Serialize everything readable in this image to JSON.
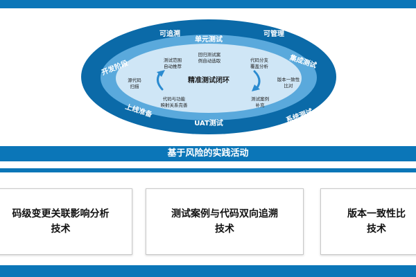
{
  "top_bar": "",
  "ring_labels": {
    "top_left": "可追溯",
    "top_center": "单元测试",
    "top_right": "可管理",
    "left_top": "开发阶段",
    "right_top": "集成测试",
    "left_bottom": "上线准备",
    "bottom_center": "UAT测试",
    "right_bottom": "系统测试"
  },
  "inner": {
    "center": "精准测试闭环",
    "items": {
      "item_1": [
        "测试范围",
        "自动推荐"
      ],
      "item_2": [
        "回归测试案",
        "例自动选取"
      ],
      "item_3": [
        "代码分支",
        "覆盖分析"
      ],
      "item_4": [
        "源代码",
        "扫描"
      ],
      "item_5": [
        "版本一致性",
        "比对"
      ],
      "item_6": [
        "代码与功能",
        "映射关系完善"
      ],
      "item_7": [
        "测试案例",
        "补充"
      ]
    }
  },
  "banner": "基于风险的实践活动",
  "boxes": [
    {
      "line1": "码级变更关联影响分析",
      "line2": "技术"
    },
    {
      "line1": "测试案例与代码双向追溯",
      "line2": "技术"
    },
    {
      "line1": "版本一致性比",
      "line2": "技术"
    }
  ],
  "colors": {
    "bar_blue": "#0b76b8",
    "outer_ring": "#0b6aa8",
    "mid_ring": "#5aa9dc",
    "inner_ellipse": "#cfe6f6"
  }
}
